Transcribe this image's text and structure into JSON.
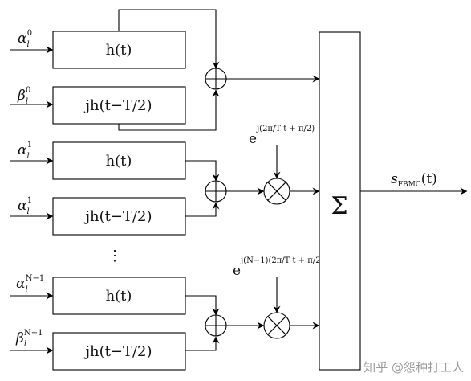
{
  "diagram": {
    "inputs": [
      {
        "sym": "α",
        "sub": "l",
        "sup": "0"
      },
      {
        "sym": "β",
        "sub": "l",
        "sup": "0"
      },
      {
        "sym": "α",
        "sub": "l",
        "sup": "1"
      },
      {
        "sym": "α",
        "sub": "l",
        "sup": "1"
      },
      {
        "sym": "α",
        "sub": "l",
        "sup": "N−1"
      },
      {
        "sym": "β",
        "sub": "l",
        "sup": "N−1"
      }
    ],
    "filters": [
      "h(t)",
      "jh(t−T/2)",
      "h(t)",
      "jh(t−T/2)",
      "h(t)",
      "jh(t−T/2)"
    ],
    "ellipsis": "⋮",
    "exponentials": [
      {
        "base": "e",
        "exponent": "j(2π/T t + π/2)"
      },
      {
        "base": "e",
        "exponent": "j(N−1)(2π/T t + π/2)"
      }
    ],
    "summation": "Σ",
    "output": {
      "sym": "s",
      "sub": "FBMC",
      "arg": "(t)"
    },
    "watermark": "知乎 @怨种打工人"
  }
}
